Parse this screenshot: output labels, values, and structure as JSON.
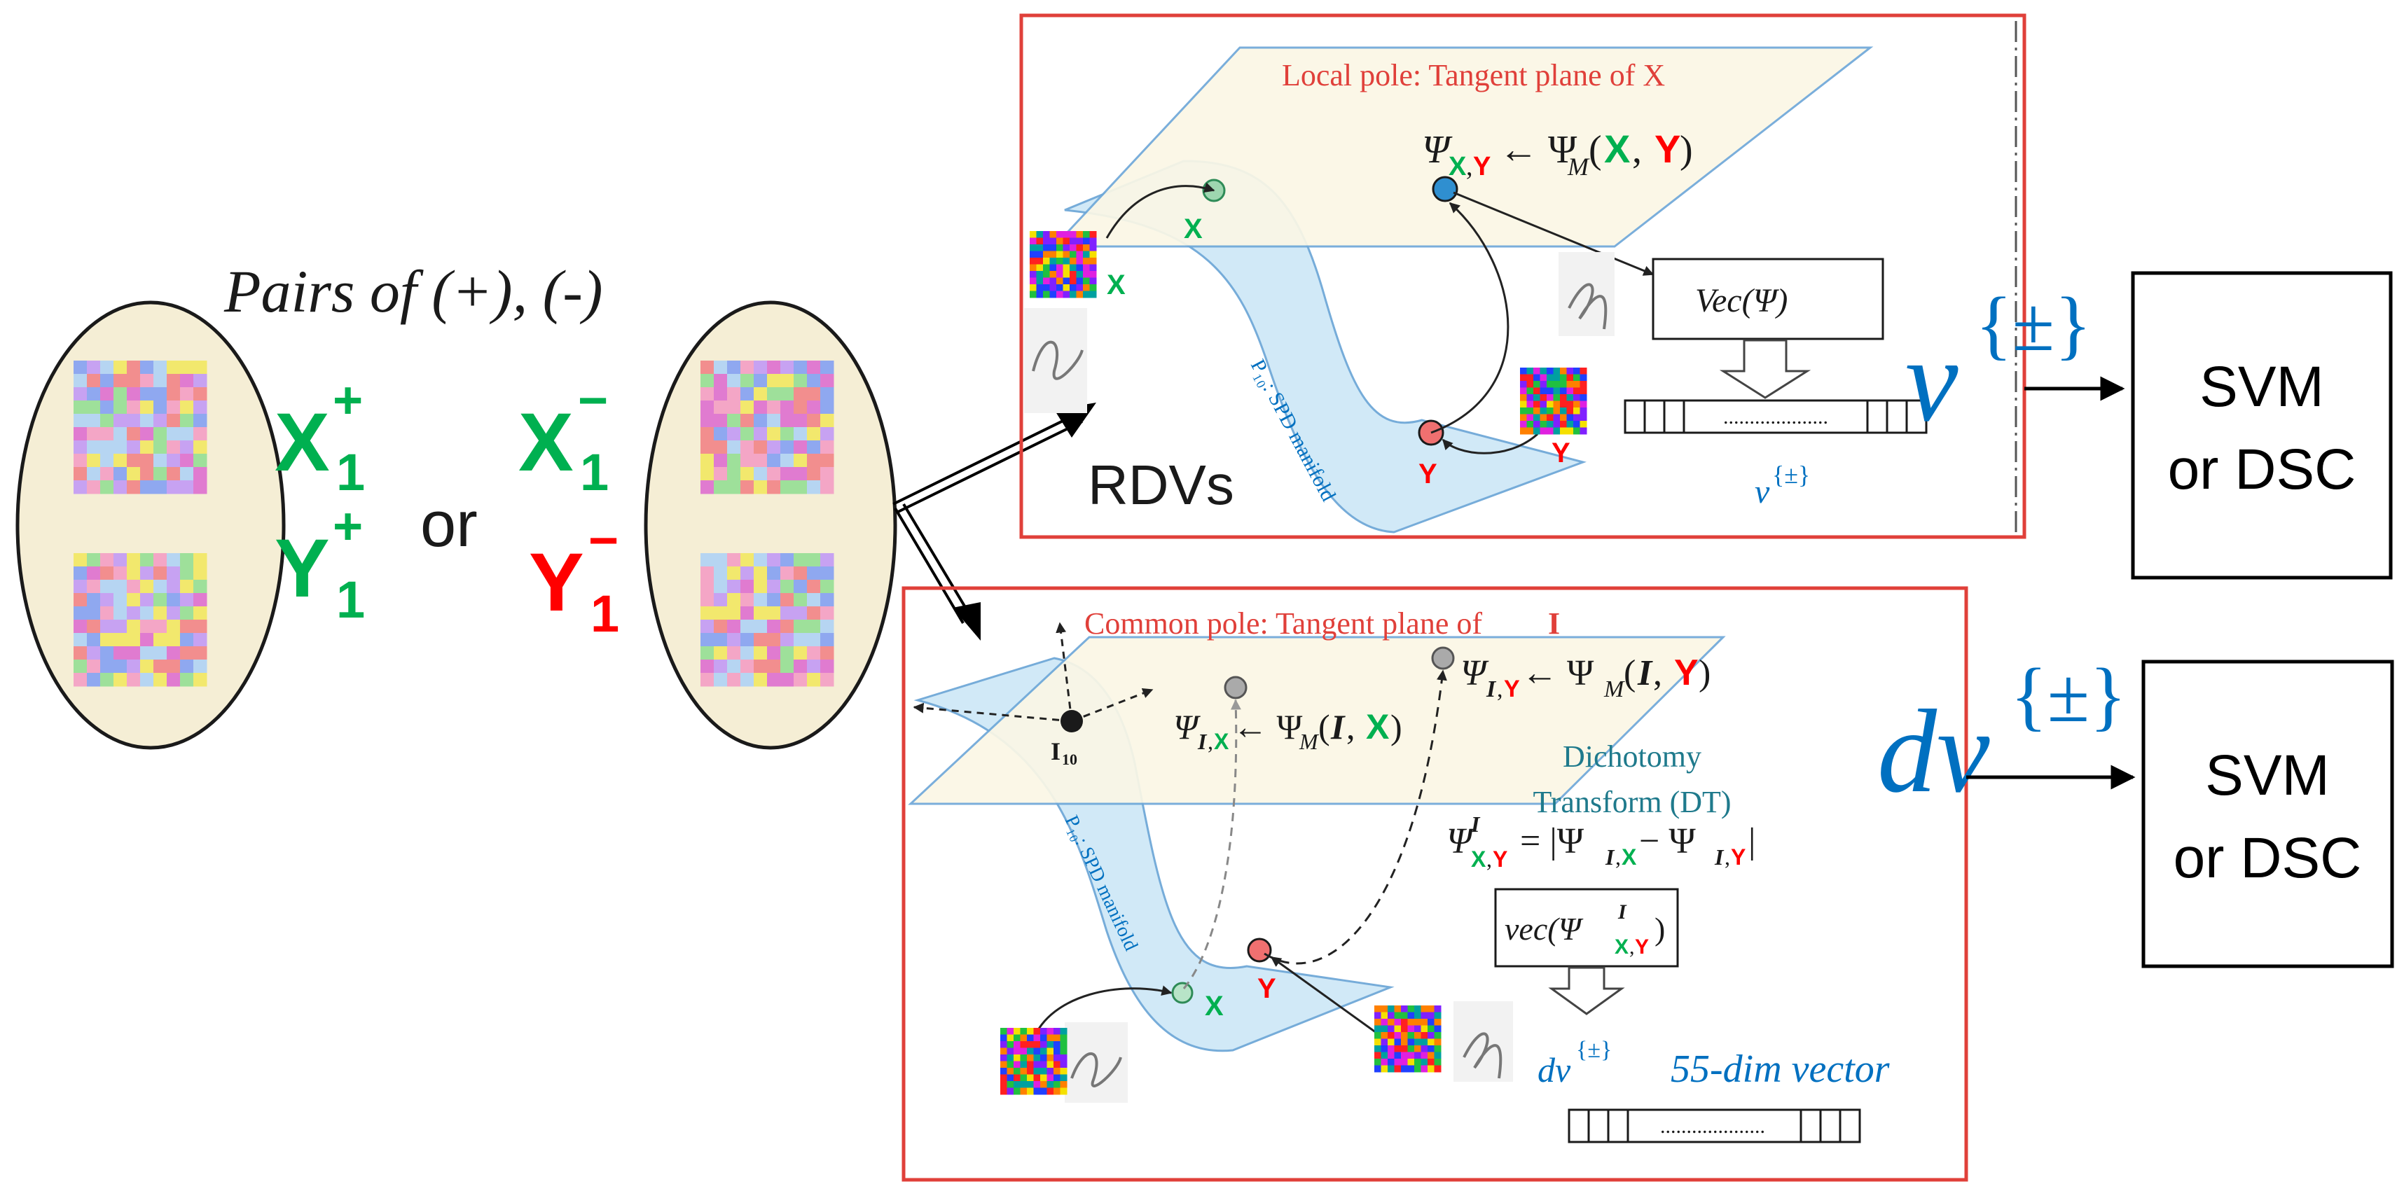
{
  "colors": {
    "green": "#00B050",
    "red": "#FF0000",
    "blue": "#0070C0",
    "dark": "#1a1a1a",
    "panel_border": "#E0403A",
    "plane_fill": "#FBF7E6",
    "plane_stroke": "#6FA8D8",
    "manifold_fill": "#CFE8F7",
    "ellipse_fill": "#F5EED5"
  },
  "left": {
    "pairs_label": "Pairs of (+), (-)",
    "x_pos": {
      "base": "X",
      "sub": "1",
      "sup": "+"
    },
    "y_pos": {
      "base": "Y",
      "sub": "1",
      "sup": "+"
    },
    "or": "or",
    "x_neg": {
      "base": "X",
      "sub": "1",
      "sup": "−"
    },
    "y_neg": {
      "base": "Y",
      "sub": "1",
      "sup": "−"
    }
  },
  "top_panel": {
    "title": "Local pole: Tangent plane of X",
    "formula": {
      "psi": "Ψ",
      "sub_x": "X",
      "sub_comma": ",",
      "sub_y": "Y",
      "arrow_psi": "← Ψ",
      "m_sub": "M",
      "open": "(",
      "x": "X",
      "comma": ", ",
      "y": "Y",
      "close": ")"
    },
    "label_x_plane": "X",
    "label_x_img": "X",
    "label_y_point": "Y",
    "label_y_img": "Y",
    "manifold_label": "P₁₀: SPD manifold",
    "vec_label": "Vec(Ψ)",
    "vector_dots": "....................",
    "rdvs": "RDVs",
    "v_label": {
      "base": "v",
      "sup": "{±}"
    },
    "v_big": {
      "base": "v",
      "sup": "{±}"
    }
  },
  "bottom_panel": {
    "title": "Common pole: Tangent plane of ",
    "title_bold": "I",
    "i10": {
      "base": "I",
      "sub": "10"
    },
    "psi_iy": {
      "psi": "Ψ",
      "sub_i": "I",
      "sub_comma": ",",
      "sub_y": "Y",
      "rest": " ← Ψ",
      "m_sub": "M",
      "open": "(",
      "i": "I",
      "comma": ", ",
      "y": "Y",
      "close": ")"
    },
    "psi_ix": {
      "psi": "Ψ",
      "sub_i": "I",
      "sub_comma": ",",
      "sub_x": "X",
      "rest": "← Ψ",
      "m_sub": "M",
      "open": "(",
      "i": "I",
      "comma": ", ",
      "x": "X",
      "close": ")"
    },
    "dt_line1": "Dichotomy",
    "dt_line2": "Transform (DT)",
    "dt_formula": {
      "psi": "Ψ",
      "sup_i": "I",
      "sub_x": "X",
      "sub_comma": ",",
      "sub_y": "Y",
      "eq": "= |Ψ",
      "s1_i": "I",
      "s1_comma": ",",
      "s1_x": "X",
      "minus": " − Ψ",
      "s2_i": "I",
      "s2_comma": ",",
      "s2_y": "Y",
      "close": "|"
    },
    "vec_label": {
      "pre": "vec(Ψ",
      "sup": "I",
      "sub_x": "X",
      "sub_comma": ",",
      "sub_y": "Y",
      "post": ")"
    },
    "label_x": "X",
    "label_y": "Y",
    "manifold_label": "P₁₀: SPD manifold",
    "dv_label": {
      "base": "dv",
      "sup": "{±}"
    },
    "dim_label": "55-dim vector",
    "vector_dots": "....................",
    "dv_big": {
      "base": "dv",
      "sup": "{±}"
    }
  },
  "classifiers": {
    "top": {
      "line1": "SVM",
      "line2": "or DSC"
    },
    "bottom": {
      "line1": "SVM",
      "line2": "or DSC"
    }
  }
}
